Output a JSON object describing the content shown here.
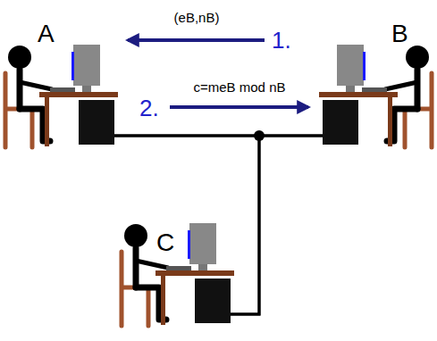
{
  "diagram": {
    "nodes": [
      {
        "text": [
          "A"
        ]
      },
      {
        "text": [
          "B"
        ]
      },
      {
        "text": [
          "C"
        ]
      }
    ],
    "edges": [
      {
        "from": 1,
        "to": 0,
        "arrow": "to",
        "label": "(eB,nB)"
      },
      {
        "from": 0,
        "to": 1,
        "arrow": "to",
        "label": "c=meB mod nB"
      },
      {
        "from": 0,
        "to": 1,
        "arrow": "none"
      },
      {
        "from": 2,
        "to": 0,
        "arrow": "none"
      },
      {
        "from": 2,
        "to": 1,
        "arrow": "none"
      }
    ],
    "labels": [
      "1.",
      "2."
    ]
  }
}
